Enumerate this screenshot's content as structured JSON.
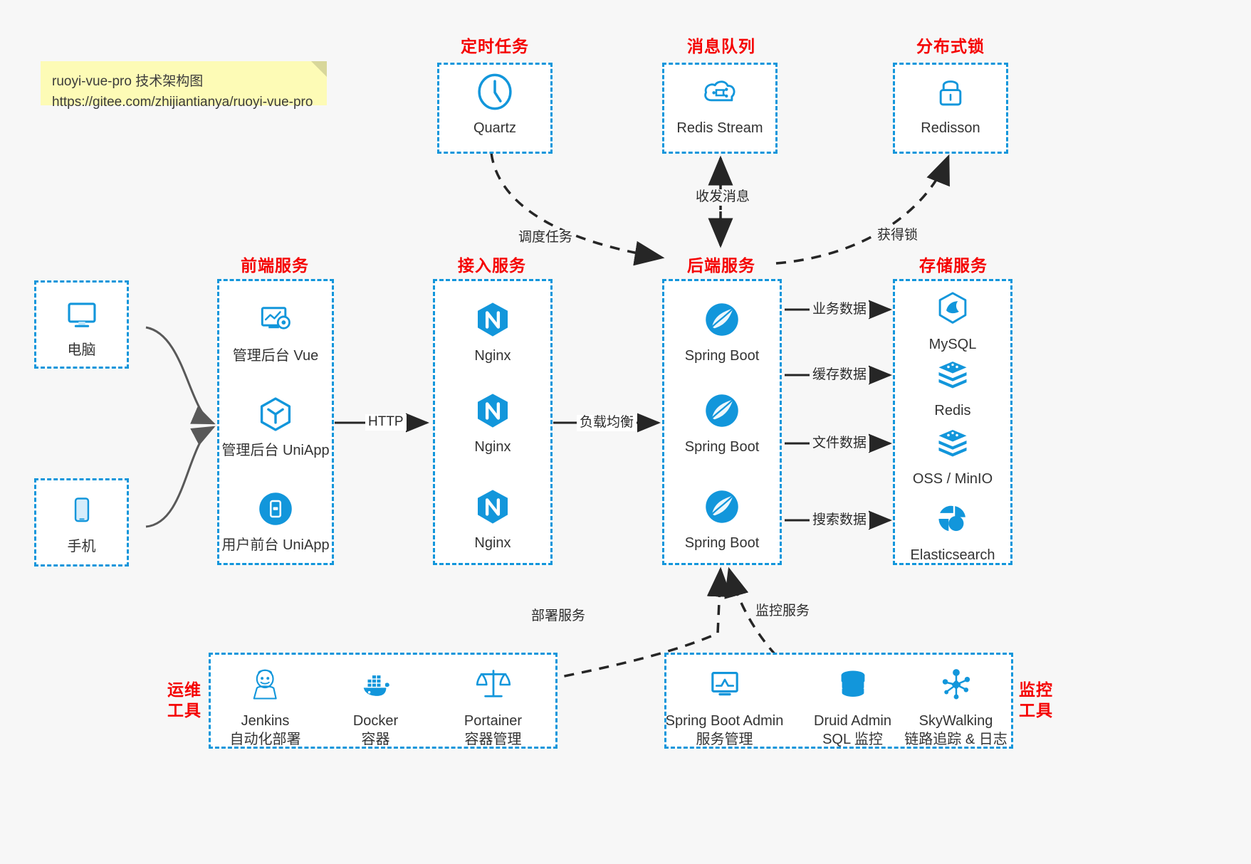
{
  "note": {
    "line1": "ruoyi-vue-pro 技术架构图",
    "line2": "https://gitee.com/zhijiantianya/ruoyi-vue-pro"
  },
  "groups": {
    "scheduler": "定时任务",
    "mq": "消息队列",
    "lock": "分布式锁",
    "frontend": "前端服务",
    "gateway": "接入服务",
    "backend": "后端服务",
    "storage": "存储服务",
    "devops_l1": "运维",
    "devops_l2": "工具",
    "monitor_l1": "监控",
    "monitor_l2": "工具"
  },
  "clients": [
    {
      "name": "电脑",
      "icon": "desktop-icon"
    },
    {
      "name": "手机",
      "icon": "mobile-icon"
    }
  ],
  "scheduler_nodes": [
    {
      "name": "Quartz",
      "icon": "clock-icon"
    }
  ],
  "mq_nodes": [
    {
      "name": "Redis Stream",
      "icon": "cloud-stream-icon"
    }
  ],
  "lock_nodes": [
    {
      "name": "Redisson",
      "icon": "lock-icon"
    }
  ],
  "frontend_nodes": [
    {
      "name": "管理后台 Vue",
      "icon": "dashboard-icon"
    },
    {
      "name": "管理后台 UniApp",
      "icon": "cube-icon"
    },
    {
      "name": "用户前台 UniApp",
      "icon": "app-icon"
    }
  ],
  "gateway_nodes": [
    {
      "name": "Nginx",
      "icon": "nginx-icon"
    },
    {
      "name": "Nginx",
      "icon": "nginx-icon"
    },
    {
      "name": "Nginx",
      "icon": "nginx-icon"
    }
  ],
  "backend_nodes": [
    {
      "name": "Spring Boot",
      "icon": "spring-icon"
    },
    {
      "name": "Spring Boot",
      "icon": "spring-icon"
    },
    {
      "name": "Spring Boot",
      "icon": "spring-icon"
    }
  ],
  "storage_nodes": [
    {
      "name": "MySQL",
      "icon": "mysql-icon"
    },
    {
      "name": "Redis",
      "icon": "redis-icon"
    },
    {
      "name": "OSS / MinIO",
      "icon": "oss-icon"
    },
    {
      "name": "Elasticsearch",
      "icon": "elasticsearch-icon"
    }
  ],
  "devops_nodes": [
    {
      "name": "Jenkins",
      "sub": "自动化部署",
      "icon": "jenkins-icon"
    },
    {
      "name": "Docker",
      "sub": "容器",
      "icon": "docker-icon"
    },
    {
      "name": "Portainer",
      "sub": "容器管理",
      "icon": "scales-icon"
    }
  ],
  "monitor_nodes": [
    {
      "name": "Spring Boot Admin",
      "sub": "服务管理",
      "icon": "monitor-screen-icon"
    },
    {
      "name": "Druid Admin",
      "sub": "SQL 监控",
      "icon": "database-icon"
    },
    {
      "name": "SkyWalking",
      "sub": "链路追踪 & 日志",
      "icon": "network-icon"
    }
  ],
  "edges": {
    "http": "HTTP",
    "load_balance": "负载均衡",
    "schedule_task": "调度任务",
    "send_receive_msg": "收发消息",
    "acquire_lock": "获得锁",
    "business_data": "业务数据",
    "cache_data": "缓存数据",
    "file_data": "文件数据",
    "search_data": "搜索数据",
    "deploy_service": "部署服务",
    "monitor_service": "监控服务"
  },
  "colors": {
    "accent": "#1296db",
    "title_red": "#f50000",
    "note_bg": "#fdfbb6",
    "background": "#f7f7f7",
    "arrow_dark": "#262626",
    "arrow_gray": "#595959"
  }
}
